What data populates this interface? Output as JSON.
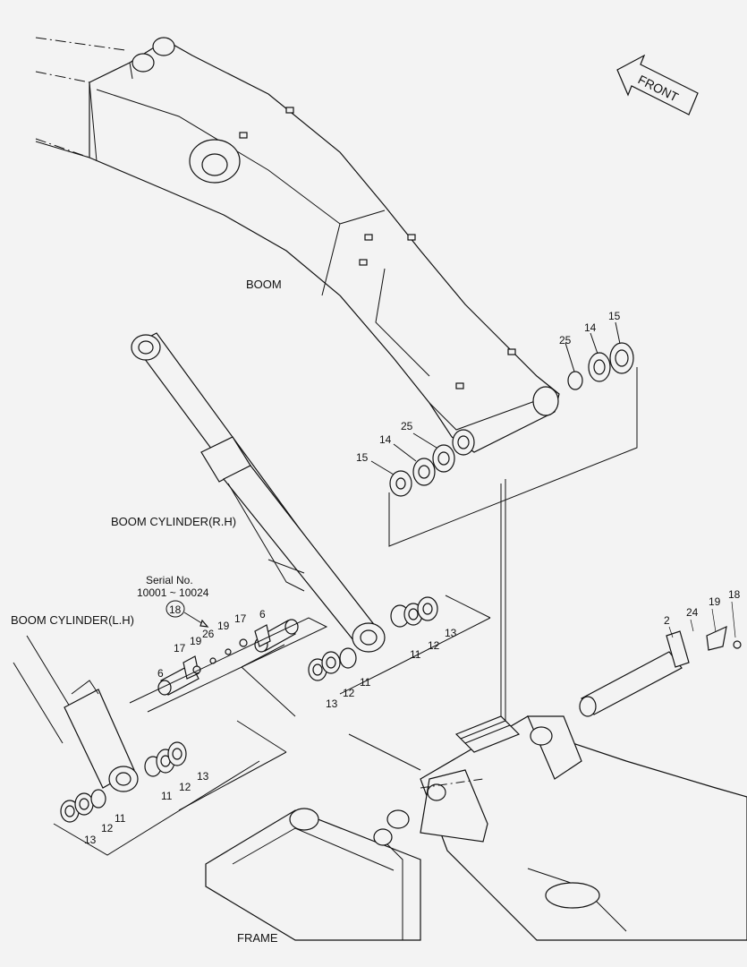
{
  "diagram": {
    "labels": {
      "boom": "BOOM",
      "boom_cyl_rh": "BOOM CYLINDER(R.H)",
      "boom_cyl_lh": "BOOM CYLINDER(L.H)",
      "frame": "FRAME",
      "front": "FRONT",
      "serial_title": "Serial No.",
      "serial_range": "10001 ~ 10024"
    },
    "callouts": {
      "c15a": "15",
      "c14a": "14",
      "c25a": "25",
      "c15b": "15",
      "c14b": "14",
      "c25b": "25",
      "c13a": "13",
      "c12a": "12",
      "c11a": "11",
      "c13b": "13",
      "c12b": "12",
      "c11b": "11",
      "c13c": "13",
      "c12c": "12",
      "c11c": "11",
      "c13d": "13",
      "c12d": "12",
      "c11d": "11",
      "c18a": "18",
      "c26": "26",
      "c19a": "19",
      "c17a": "17",
      "c6a": "6",
      "c17b": "17",
      "c19b": "19",
      "c6b": "6",
      "c2": "2",
      "c24": "24",
      "c19c": "19",
      "c18b": "18"
    }
  }
}
